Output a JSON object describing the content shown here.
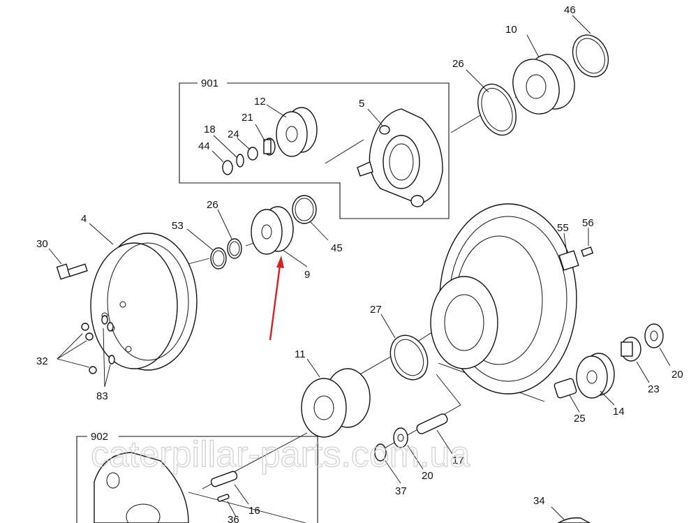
{
  "diagram": {
    "callouts": [
      "46",
      "10",
      "26",
      "901",
      "12",
      "5",
      "21",
      "18",
      "24",
      "44",
      "26",
      "53",
      "45",
      "4",
      "9",
      "30",
      "55",
      "56",
      "27",
      "32",
      "20",
      "11",
      "83",
      "23",
      "14",
      "25",
      "902",
      "17",
      "20",
      "37",
      "16",
      "34",
      "36"
    ],
    "watermark": "caterpillar-parts.com.ua",
    "colors": {
      "line": "#111111",
      "pointer_arrow": "#d62020",
      "watermark": "#c9c9c9",
      "background": "#ffffff"
    }
  }
}
